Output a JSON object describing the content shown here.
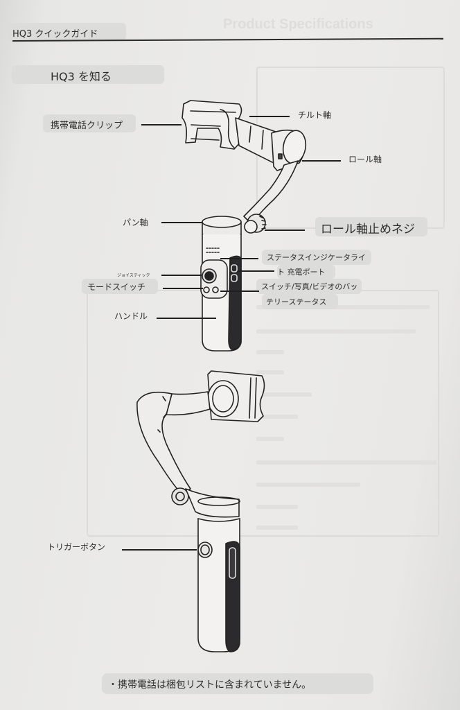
{
  "header": {
    "title": "HQ3 クイックガイド",
    "bleed_through_title": "Product Specifications"
  },
  "section": {
    "title": "HQ3 を知る"
  },
  "diagram_top": {
    "labels": {
      "phone_clip": "携帯電話クリップ",
      "tilt_axis": "チルト軸",
      "roll_axis": "ロール軸",
      "pan_axis": "パン軸",
      "roll_lock_screw": "ロール軸止めネジ",
      "status_light_line1": "ステータスインジケータライ",
      "status_light_line2": "ト 充電ポート",
      "switch_line1": "スイッチ/写真/ビデオのバッ",
      "switch_line2": "テリーステータス",
      "joystick": "ジョイスティック",
      "mode_switch": "モードスイッチ",
      "handle": "ハンドル"
    }
  },
  "diagram_bottom": {
    "labels": {
      "trigger_button": "トリガーボタン"
    }
  },
  "footer": {
    "note": "・携帯電話は梱包リストに含まれていません。"
  },
  "colors": {
    "paper": "#ebeae8",
    "ink": "#2a2a2a",
    "label_bg": "#dcdcdb",
    "grip_dark": "#2b2b2d"
  }
}
